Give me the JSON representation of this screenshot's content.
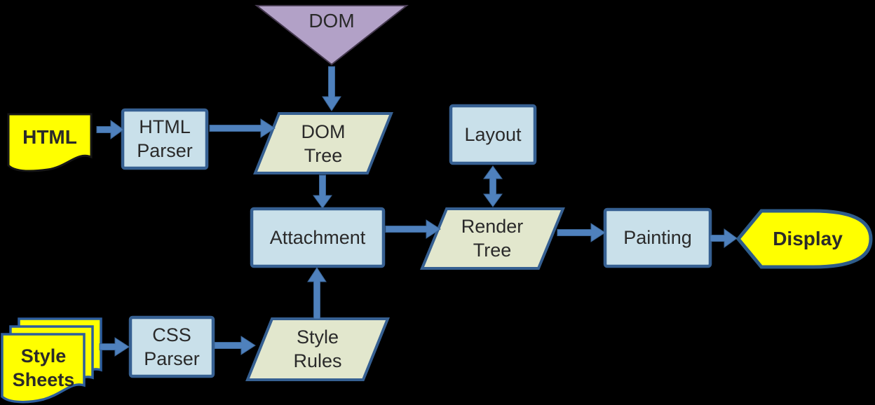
{
  "diagram": {
    "type": "flowchart",
    "background": "#000000",
    "nodes": {
      "dom": {
        "label": "DOM",
        "shape": "inverted-triangle",
        "fill": "#b2a1c7"
      },
      "html": {
        "label": "HTML",
        "shape": "document",
        "fill": "#ffff00"
      },
      "html_parser": {
        "label": "HTML\nParser",
        "shape": "process-box",
        "fill": "#c9e0ea"
      },
      "dom_tree": {
        "label": "DOM\nTree",
        "shape": "parallelogram",
        "fill": "#e2e7cd"
      },
      "layout": {
        "label": "Layout",
        "shape": "process-box",
        "fill": "#c9e0ea"
      },
      "attachment": {
        "label": "Attachment",
        "shape": "process-box",
        "fill": "#c9e0ea"
      },
      "render_tree": {
        "label": "Render\nTree",
        "shape": "parallelogram",
        "fill": "#e2e7cd"
      },
      "painting": {
        "label": "Painting",
        "shape": "process-box",
        "fill": "#c9e0ea"
      },
      "display": {
        "label": "Display",
        "shape": "display-terminator",
        "fill": "#ffff00"
      },
      "style_sheets": {
        "label": "Style\nSheets",
        "shape": "multi-document",
        "fill": "#ffff00"
      },
      "css_parser": {
        "label": "CSS\nParser",
        "shape": "process-box",
        "fill": "#c9e0ea"
      },
      "style_rules": {
        "label": "Style\nRules",
        "shape": "parallelogram",
        "fill": "#e2e7cd"
      }
    },
    "edges": [
      {
        "from": "dom",
        "to": "dom_tree",
        "direction": "down"
      },
      {
        "from": "html",
        "to": "html_parser",
        "direction": "right"
      },
      {
        "from": "html_parser",
        "to": "dom_tree",
        "direction": "right"
      },
      {
        "from": "dom_tree",
        "to": "attachment",
        "direction": "down"
      },
      {
        "from": "attachment",
        "to": "render_tree",
        "direction": "right"
      },
      {
        "from": "layout",
        "to": "render_tree",
        "direction": "bidirectional-vertical"
      },
      {
        "from": "render_tree",
        "to": "painting",
        "direction": "right"
      },
      {
        "from": "painting",
        "to": "display",
        "direction": "right"
      },
      {
        "from": "style_sheets",
        "to": "css_parser",
        "direction": "right"
      },
      {
        "from": "css_parser",
        "to": "style_rules",
        "direction": "right"
      },
      {
        "from": "style_rules",
        "to": "attachment",
        "direction": "up"
      }
    ],
    "colors": {
      "background": "#000000",
      "process_fill": "#c9e0ea",
      "process_border": "#366092",
      "data_fill": "#e2e7cd",
      "data_border": "#366092",
      "document_fill": "#ffff00",
      "document_border_html": "#161616",
      "document_border_css": "#2d5e9e",
      "terminator_fill": "#ffff00",
      "terminator_border": "#2e5c8a",
      "dom_triangle_fill": "#b2a1c7",
      "arrow": "#4f81bd",
      "text": "#2a2a2a"
    }
  }
}
